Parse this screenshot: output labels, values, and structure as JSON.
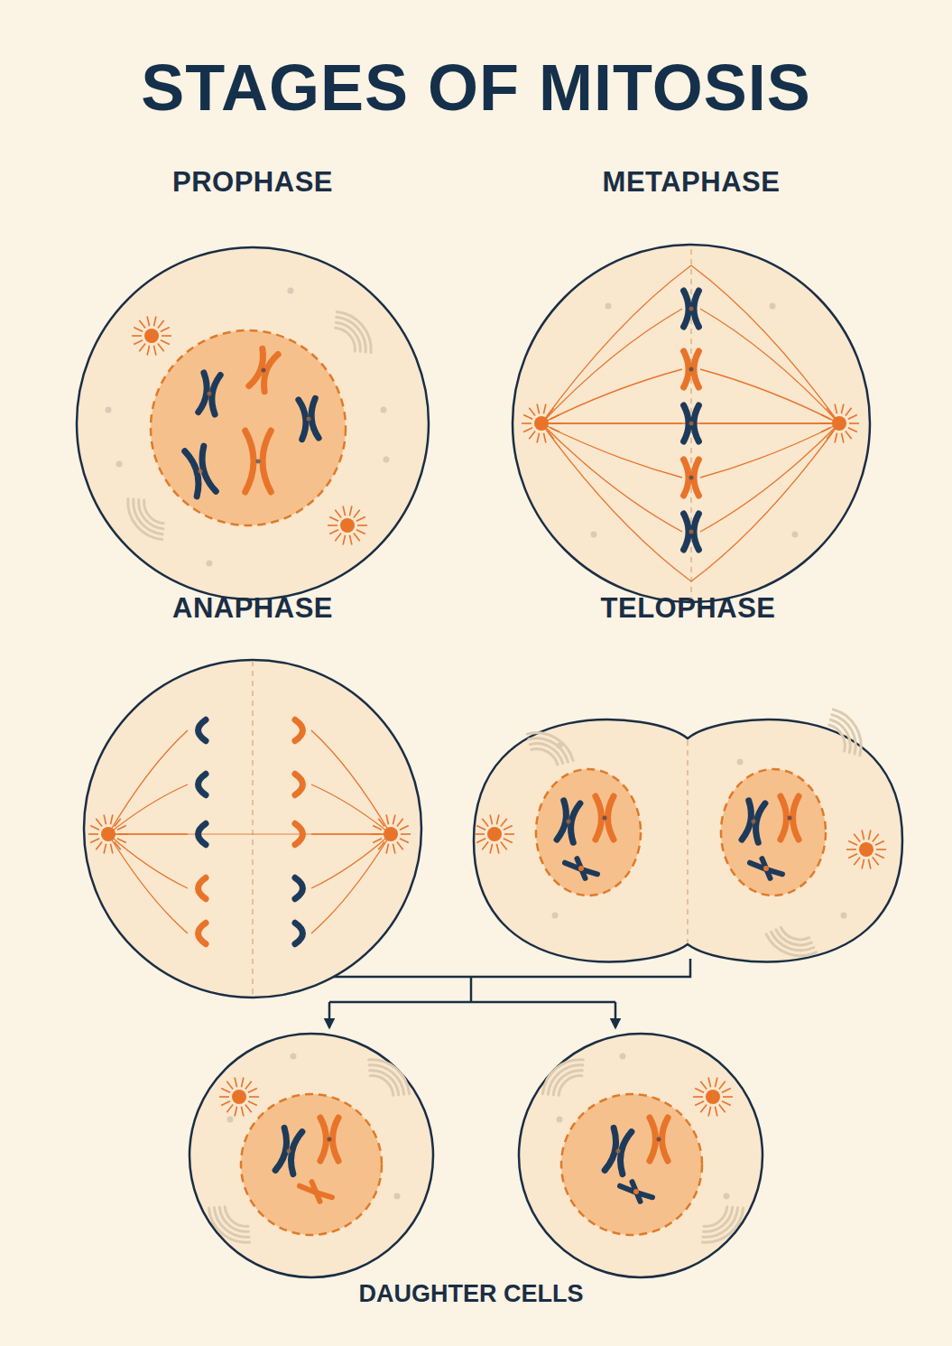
{
  "diagram": {
    "title": "STAGES OF MITOSIS",
    "nodes": [
      {
        "text": [
          "PROPHASE"
        ]
      },
      {
        "text": [
          "METAPHASE"
        ]
      },
      {
        "text": [
          "ANAPHASE"
        ]
      },
      {
        "text": [
          "TELOPHASE"
        ]
      }
    ],
    "labels": [
      "DAUGHTER CELLS"
    ]
  }
}
